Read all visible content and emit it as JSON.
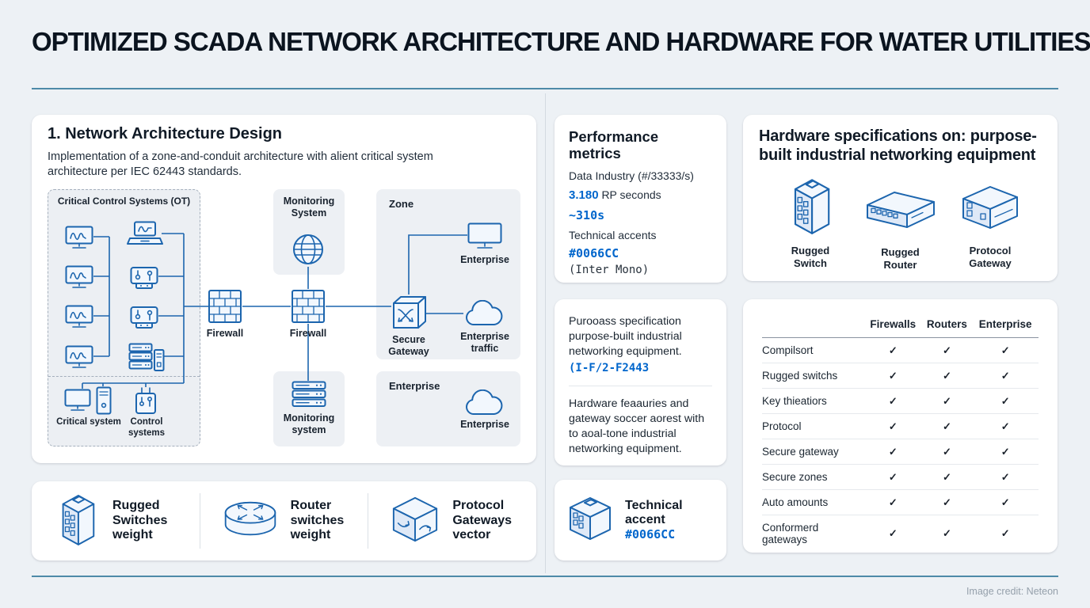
{
  "page": {
    "title": "OPTIMIZED SCADA NETWORK ARCHITECTURE AND HARDWARE FOR WATER UTILITIES",
    "credit": "Image credit: Neteon"
  },
  "architecture": {
    "heading": "1. Network Architecture Design",
    "description": "Implementation of a zone-and-conduit architecture with alient critical system architecture per IEC 62443 standards.",
    "diagram": {
      "ot_title": "Critical Control Systems (OT)",
      "firewall_left": "Firewall",
      "firewall_mid": "Firewall",
      "monitoring_top_label": "Monitoring System",
      "monitoring_bottom_label": "Monitoring system",
      "zone_title": "Zone",
      "zone_enterprise": "Enterprise",
      "secure_gateway": "Secure Gateway",
      "enterprise_traffic": "Enterprise traffic",
      "enterprise_card_title": "Enterprise",
      "enterprise_cloud": "Enterprise",
      "critical_system": "Critical system",
      "control_systems": "Control systems"
    }
  },
  "hardware_row": {
    "items": [
      {
        "icon": "rugged-switch-icon",
        "label": "Rugged Switches weight"
      },
      {
        "icon": "router-icon",
        "label": "Router switches weight"
      },
      {
        "icon": "protocol-gateway-icon",
        "label": "Protocol Gateways vector"
      }
    ]
  },
  "performance": {
    "heading": "Performance metrics",
    "data_industry": "Data Industry (#/33333/s)",
    "value_primary": "3.180",
    "value_primary_suffix": "RP seconds",
    "value_secondary": "~310s",
    "accents_label": "Technical accents",
    "accent_hex": "#0066CC",
    "accent_font": "(Inter Mono)"
  },
  "specification": {
    "paragraph_1": "Purooass specification purpose-built industrial networking equipment.",
    "code": "(I-F/2-F2443",
    "paragraph_2": "Hardware feaauries and gateway soccer aorest with to aoal-tone industrial networking equipment."
  },
  "accent_card": {
    "title": "Technical accent",
    "hex": "#0066CC"
  },
  "hardware_specs": {
    "heading": "Hardware specifications on: purpose-built industrial networking equipment",
    "items": [
      {
        "icon": "rugged-switch-icon",
        "label": "Rugged Switch"
      },
      {
        "icon": "rugged-router-icon",
        "label": "Rugged Router"
      },
      {
        "icon": "protocol-gateway-icon",
        "label": "Protocol Gateway"
      }
    ]
  },
  "table": {
    "check": "✓",
    "columns": [
      "Firewalls",
      "Routers",
      "Enterprise"
    ],
    "rows": [
      {
        "label": "Compilsort"
      },
      {
        "label": "Rugged switchs"
      },
      {
        "label": "Key thieatiors"
      },
      {
        "label": "Protocol"
      },
      {
        "label": "Secure gateway"
      },
      {
        "label": "Secure zones"
      },
      {
        "label": "Auto amounts"
      },
      {
        "label": "Conformerd gateways"
      }
    ]
  },
  "colors": {
    "accent": "#0066CC",
    "divider": "#4d8aa8"
  }
}
